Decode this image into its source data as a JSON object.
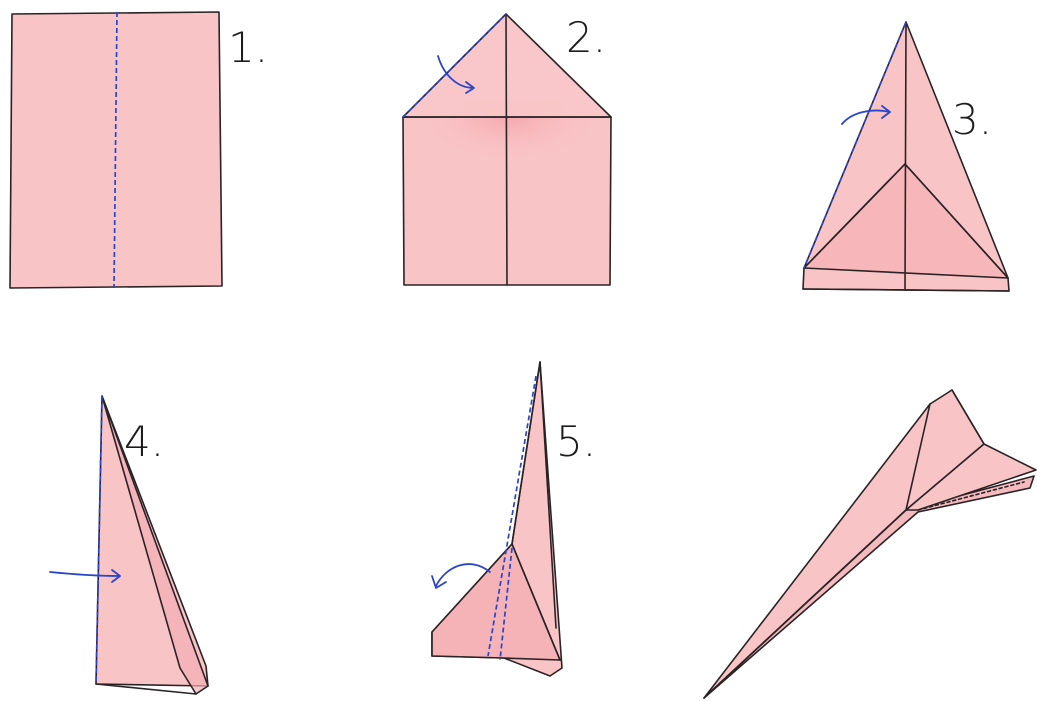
{
  "steps": [
    {
      "label": "1."
    },
    {
      "label": "2."
    },
    {
      "label": "3."
    },
    {
      "label": "4."
    },
    {
      "label": "5."
    }
  ],
  "colors": {
    "paper": "#f9c4c6",
    "paper_shade": "#f3aeb3",
    "outline": "#2a2325",
    "fold_guide": "#2b45c9"
  }
}
